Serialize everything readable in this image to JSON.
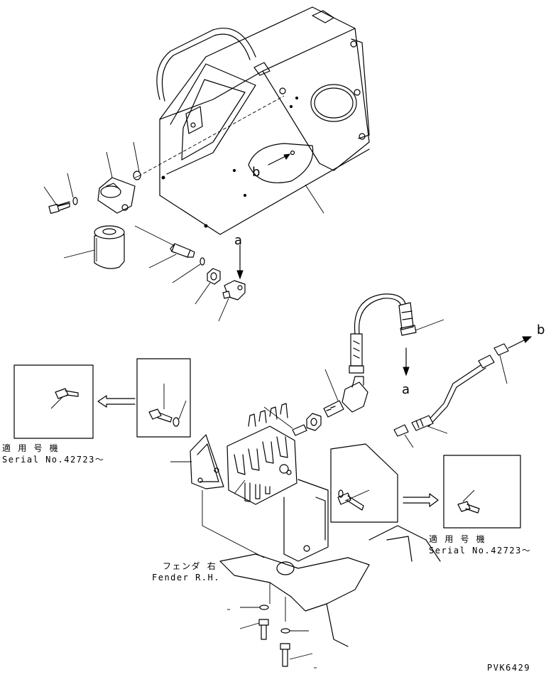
{
  "callouts": {
    "a_top": "a",
    "a_bottom": "a",
    "b_left": "b",
    "b_right": "b"
  },
  "serial_left": {
    "applicable_jp": "適 用 号 機",
    "serial": "Serial No.42723～"
  },
  "serial_right": {
    "applicable_jp": "適 用 号 機",
    "serial": "Serial No.42723～"
  },
  "fender": {
    "label_jp": "フェンダ 右",
    "label_en": "Fender R.H."
  },
  "drawing_code": "PVK6429"
}
